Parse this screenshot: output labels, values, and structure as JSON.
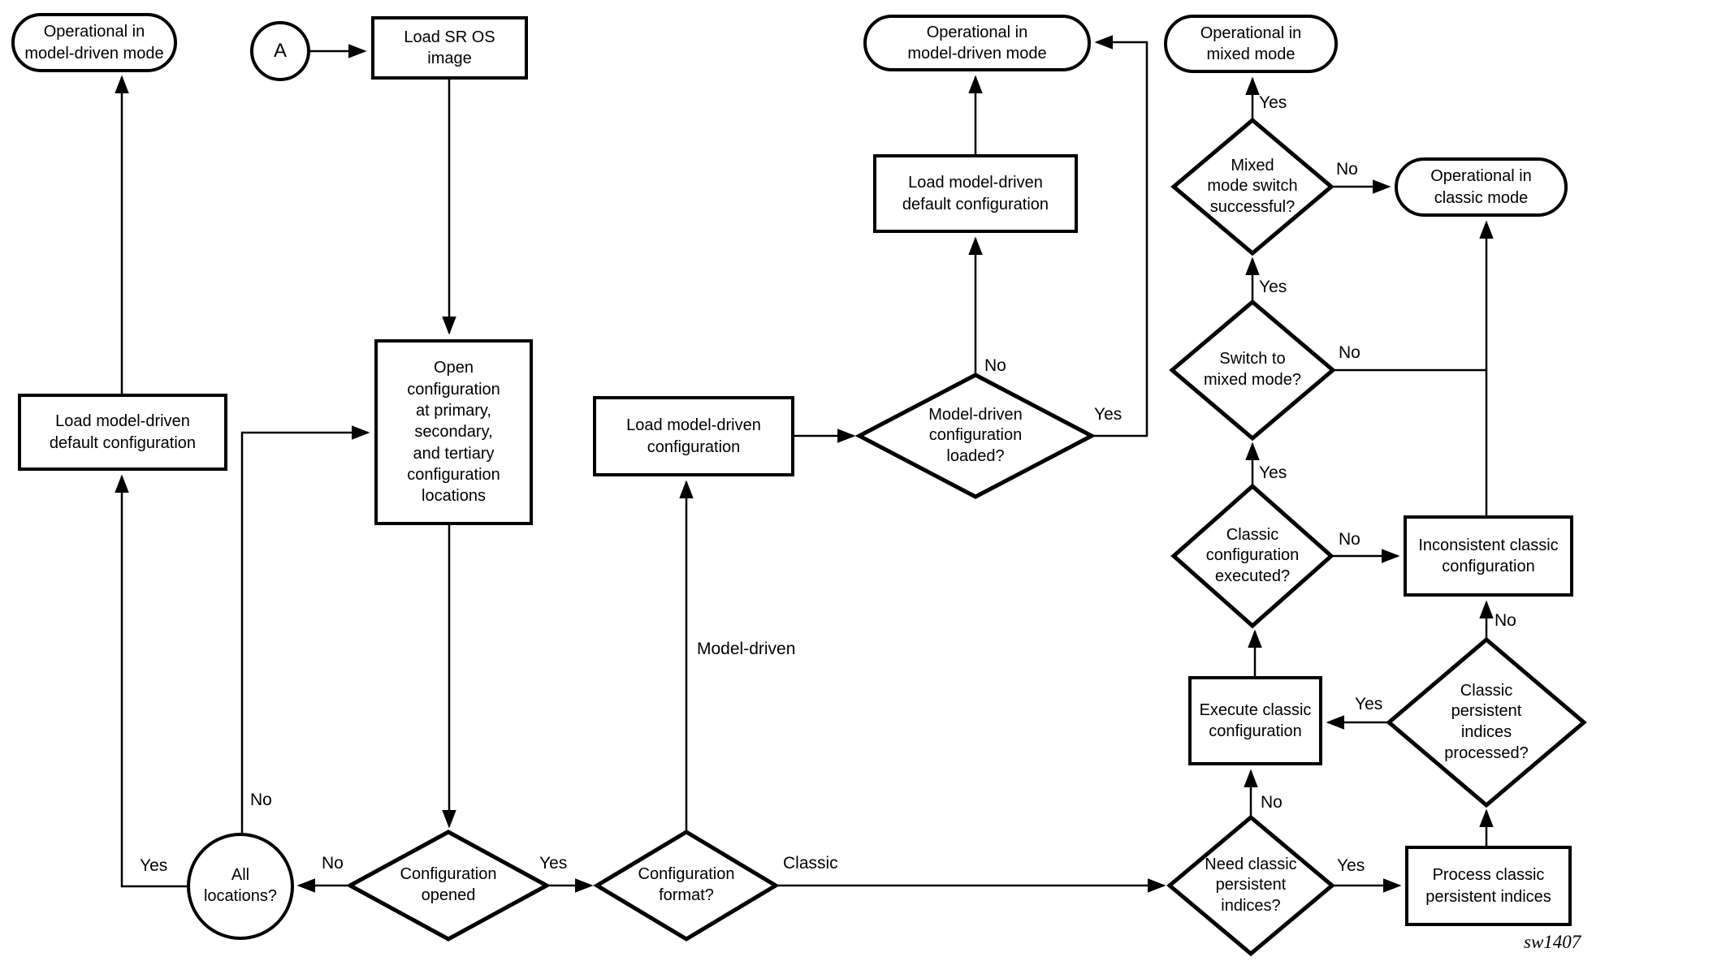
{
  "figure_id": "sw1407",
  "nodes": {
    "op_md_left": {
      "label": "Operational in\nmodel-driven mode"
    },
    "connector_a": {
      "label": "A"
    },
    "load_sros": {
      "label": "Load SR OS\nimage"
    },
    "open_config": {
      "label": "Open\nconfiguration\nat primary,\nsecondary,\nand tertiary\nconfiguration\nlocations"
    },
    "load_md_default_left": {
      "label": "Load model-driven\ndefault configuration"
    },
    "all_locations": {
      "label": "All\nlocations?"
    },
    "config_opened": {
      "label": "Configuration\nopened"
    },
    "config_format": {
      "label": "Configuration\nformat?"
    },
    "load_md_config": {
      "label": "Load model-driven\nconfiguration"
    },
    "md_config_loaded": {
      "label": "Model-driven\nconfiguration\nloaded?"
    },
    "load_md_default_top": {
      "label": "Load model-driven\ndefault configuration"
    },
    "op_md_top": {
      "label": "Operational in\nmodel-driven mode"
    },
    "op_mixed": {
      "label": "Operational in\nmixed mode"
    },
    "mixed_switch_ok": {
      "label": "Mixed\nmode switch\nsuccessful?"
    },
    "op_classic": {
      "label": "Operational in\nclassic mode"
    },
    "switch_mixed": {
      "label": "Switch to\nmixed mode?"
    },
    "classic_exec": {
      "label": "Classic\nconfiguration\nexecuted?"
    },
    "inconsistent_classic": {
      "label": "Inconsistent classic\nconfiguration"
    },
    "exec_classic": {
      "label": "Execute classic\nconfiguration"
    },
    "indices_processed": {
      "label": "Classic\npersistent\nindices\nprocessed?"
    },
    "process_indices": {
      "label": "Process classic\npersistent indices"
    },
    "need_indices": {
      "label": "Need classic\npersistent\nindices?"
    }
  },
  "edge_labels": {
    "all_locations_yes": "Yes",
    "all_locations_no": "No",
    "config_opened_no": "No",
    "config_opened_yes": "Yes",
    "config_format_classic": "Classic",
    "config_format_model_driven": "Model-driven",
    "md_config_loaded_no": "No",
    "md_config_loaded_yes": "Yes",
    "mixed_switch_yes": "Yes",
    "mixed_switch_no": "No",
    "switch_mixed_yes": "Yes",
    "switch_mixed_no": "No",
    "classic_exec_yes": "Yes",
    "classic_exec_no": "No",
    "indices_processed_no": "No",
    "indices_processed_yes": "Yes",
    "need_indices_no": "No",
    "need_indices_yes": "Yes"
  }
}
